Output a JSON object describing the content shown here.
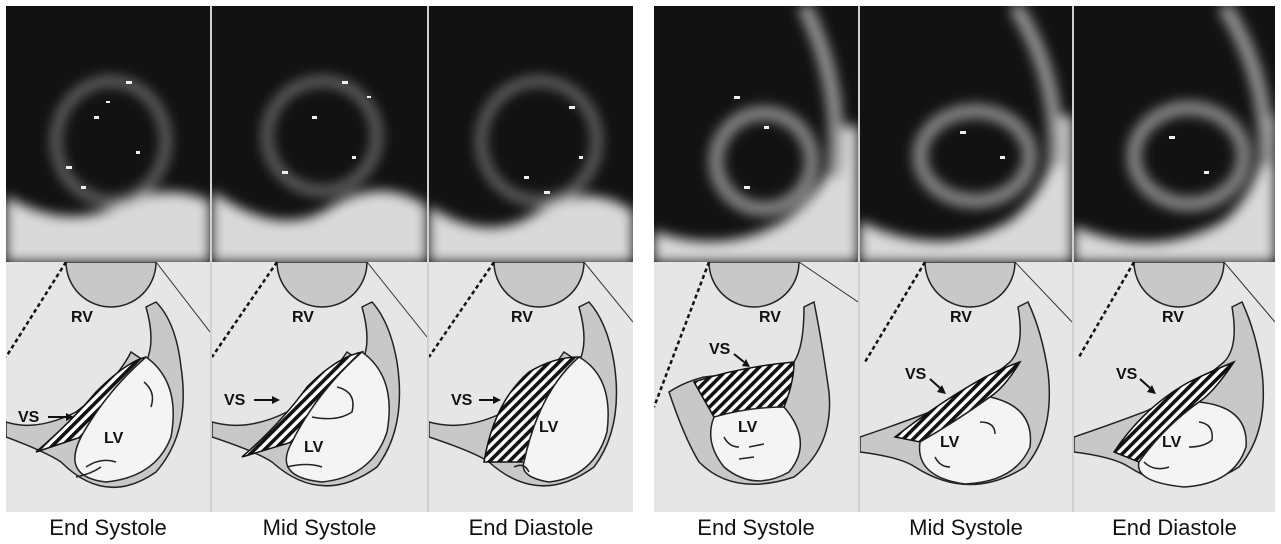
{
  "figure": {
    "left_series": {
      "frames": [
        {
          "label": "End Systole",
          "labels": {
            "rv": "RV",
            "vs": "VS",
            "lv": "LV"
          }
        },
        {
          "label": "Mid Systole",
          "labels": {
            "rv": "RV",
            "vs": "VS",
            "lv": "LV"
          }
        },
        {
          "label": "End Diastole",
          "labels": {
            "rv": "RV",
            "vs": "VS",
            "lv": "LV"
          }
        }
      ]
    },
    "right_series": {
      "frames": [
        {
          "label": "End Systole",
          "labels": {
            "rv": "RV",
            "vs": "VS",
            "lv": "LV"
          }
        },
        {
          "label": "Mid Systole",
          "labels": {
            "rv": "RV",
            "vs": "VS",
            "lv": "LV"
          }
        },
        {
          "label": "End Diastole",
          "labels": {
            "rv": "RV",
            "vs": "VS",
            "lv": "LV"
          }
        }
      ]
    }
  },
  "colors": {
    "echo_background": "#121212",
    "tissue_bright": "#d9d9d9",
    "diagram_background": "#e6e6e6",
    "wall_fill": "#c8c8c8",
    "lv_cavity": "#f4f4f4",
    "septum_hatch": "#111111"
  }
}
